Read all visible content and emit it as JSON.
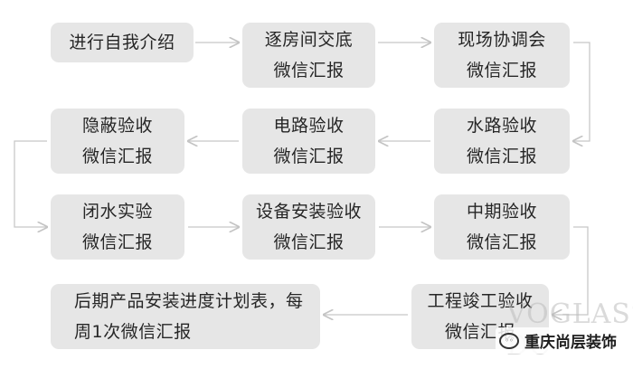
{
  "nodes": [
    {
      "id": "n1",
      "lines": [
        "进行自我介绍"
      ]
    },
    {
      "id": "n2",
      "lines": [
        "逐房间交底",
        "微信汇报"
      ]
    },
    {
      "id": "n3",
      "lines": [
        "现场协调会",
        "微信汇报"
      ]
    },
    {
      "id": "n4",
      "lines": [
        "水路验收",
        "微信汇报"
      ]
    },
    {
      "id": "n5",
      "lines": [
        "电路验收",
        "微信汇报"
      ]
    },
    {
      "id": "n6",
      "lines": [
        "隐蔽验收",
        "微信汇报"
      ]
    },
    {
      "id": "n7",
      "lines": [
        "闭水实验",
        "微信汇报"
      ]
    },
    {
      "id": "n8",
      "lines": [
        "设备安装验收",
        "微信汇报"
      ]
    },
    {
      "id": "n9",
      "lines": [
        "中期验收",
        "微信汇报"
      ]
    },
    {
      "id": "n10",
      "lines": [
        "工程竣工验收",
        "微信汇报"
      ]
    },
    {
      "id": "n11",
      "lines": [
        "后期产品安装进度计划表，每",
        "周1次微信汇报"
      ]
    }
  ],
  "edges": [
    {
      "from": "n1",
      "to": "n2"
    },
    {
      "from": "n2",
      "to": "n3"
    },
    {
      "from": "n3",
      "to": "n4"
    },
    {
      "from": "n4",
      "to": "n5"
    },
    {
      "from": "n5",
      "to": "n6"
    },
    {
      "from": "n6",
      "to": "n7"
    },
    {
      "from": "n7",
      "to": "n8"
    },
    {
      "from": "n8",
      "to": "n9"
    },
    {
      "from": "n9",
      "to": "n10"
    },
    {
      "from": "n10",
      "to": "n11"
    }
  ],
  "watermark": {
    "brand": "重庆尚层装饰",
    "brand_icon": "wechat-icon",
    "latin": "VOGLASS DC"
  },
  "colors": {
    "box": "#e6e6e6",
    "arrow": "#c8c8c8",
    "text": "#262626"
  }
}
